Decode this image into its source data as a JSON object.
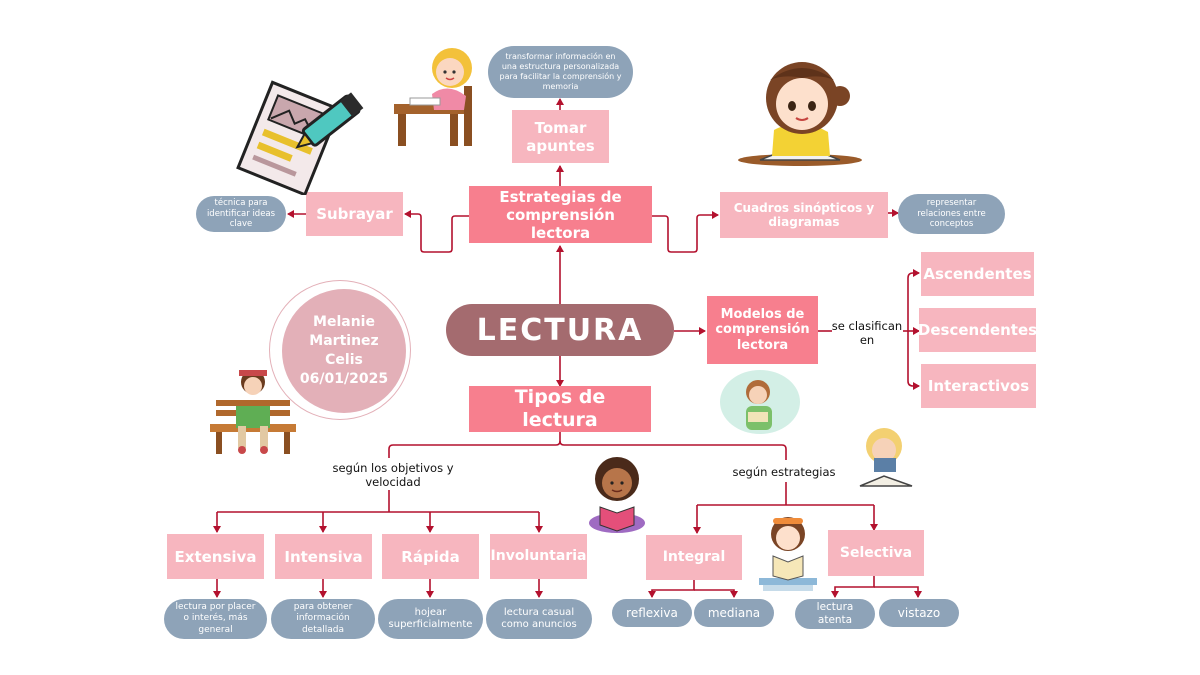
{
  "center": {
    "title": "LECTURA"
  },
  "author": {
    "name_lines": [
      "Melanie",
      "Martinez",
      "Celis"
    ],
    "date": "06/01/2025"
  },
  "strategies": {
    "title": "Estrategias de comprensión lectora",
    "apuntes": {
      "label": "Tomar apuntes",
      "note": "transformar información en una estructura personalizada para facilitar la comprensión y memoria"
    },
    "subrayar": {
      "label": "Subrayar",
      "note": "técnica para identificar ideas clave"
    },
    "cuadros": {
      "label": "Cuadros sinópticos y diagramas",
      "note": "representar relaciones entre conceptos"
    }
  },
  "models": {
    "title": "Modelos de comprensión lectora",
    "connector": "se clasifican en",
    "items": [
      "Ascendentes",
      "Descendentes",
      "Interactivos"
    ]
  },
  "types": {
    "title": "Tipos de lectura",
    "by_objectives": "según los objetivos y velocidad",
    "by_strategies": "según estrategias",
    "objective_items": [
      {
        "label": "Extensiva",
        "note": "lectura por placer o interés, más general"
      },
      {
        "label": "Intensiva",
        "note": "para obtener información detallada"
      },
      {
        "label": "Rápida",
        "note": "hojear superficialmente"
      },
      {
        "label": "Involuntaria",
        "note": "lectura casual como anuncios"
      }
    ],
    "integral": {
      "label": "Integral",
      "notes": [
        "reflexiva",
        "mediana"
      ]
    },
    "selectiva": {
      "label": "Selectiva",
      "notes": [
        "lectura atenta",
        "vistazo"
      ]
    }
  },
  "colors": {
    "line": "#b3112e",
    "rose": "#f77f8e",
    "pink": "#f7b6bf",
    "center": "#a46b6f",
    "note": "#8ea3b8"
  },
  "illustrations": [
    "girl-writing-desk-icon",
    "girl-studying-icon",
    "highlighter-document-icon",
    "girl-reading-bench-icon",
    "girl-reading-circle-icon",
    "girl-reading-book-icon",
    "girl-reading-books-icon",
    "girl-reading-bench-small-icon",
    "boy-reading-icon"
  ]
}
